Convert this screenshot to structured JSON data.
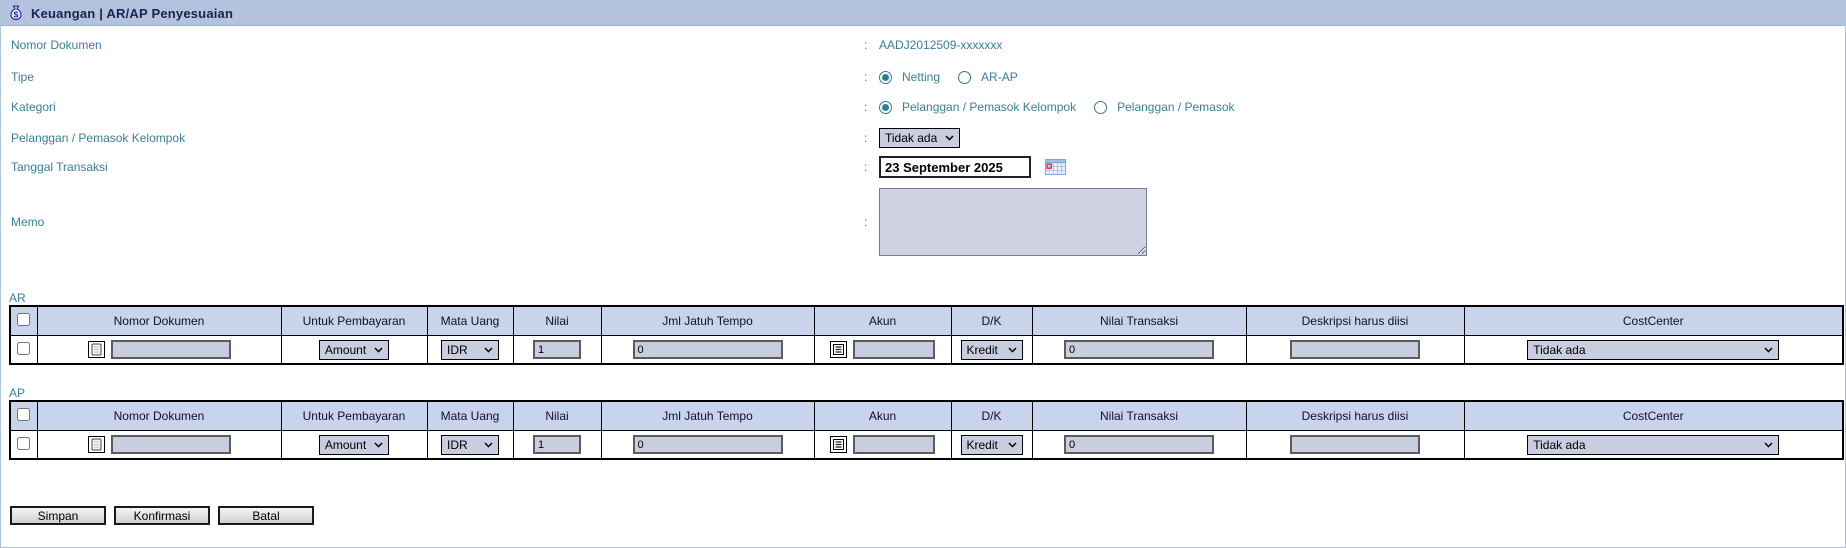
{
  "window": {
    "title": "Keuangan | AR/AP Penyesuaian"
  },
  "form": {
    "colon": ":",
    "nomor_dokumen": {
      "label": "Nomor Dokumen",
      "value": "AADJ2012509-xxxxxxx"
    },
    "tipe": {
      "label": "Tipe",
      "option1": "Netting",
      "option2": "AR-AP",
      "selected": "Netting"
    },
    "kategori": {
      "label": "Kategori",
      "option1": "Pelanggan / Pemasok Kelompok",
      "option2": "Pelanggan / Pemasok",
      "selected": "Pelanggan / Pemasok Kelompok"
    },
    "kelompok": {
      "label": "Pelanggan / Pemasok Kelompok",
      "value": "Tidak ada"
    },
    "tanggal_transaksi": {
      "label": "Tanggal Transaksi",
      "value": "23 September 2025"
    },
    "memo": {
      "label": "Memo",
      "value": ""
    }
  },
  "tables": {
    "columns": [
      "Nomor Dokumen",
      "Untuk Pembayaran",
      "Mata Uang",
      "Nilai",
      "Jml Jatuh Tempo",
      "Akun",
      "D/K",
      "Nilai Transaksi",
      "Deskripsi harus diisi",
      "CostCenter"
    ],
    "sections": [
      {
        "title": "AR",
        "row": {
          "nomor_dokumen": "",
          "untuk_pembayaran": "Amount",
          "mata_uang": "IDR",
          "nilai": "1",
          "jml_jatuh_tempo": "0",
          "akun": "",
          "dk": "Kredit",
          "nilai_transaksi": "0",
          "deskripsi": "",
          "costcenter": "Tidak ada"
        }
      },
      {
        "title": "AP",
        "row": {
          "nomor_dokumen": "",
          "untuk_pembayaran": "Amount",
          "mata_uang": "IDR",
          "nilai": "1",
          "jml_jatuh_tempo": "0",
          "akun": "",
          "dk": "Kredit",
          "nilai_transaksi": "0",
          "deskripsi": "",
          "costcenter": "Tidak ada"
        }
      }
    ]
  },
  "actions": {
    "simpan": "Simpan",
    "konfirmasi": "Konfirmasi",
    "batal": "Batal"
  },
  "colors": {
    "titlebar_bg": "#b4c2de",
    "table_header_bg": "#c8d3ec",
    "label_teal": "#3a7f96",
    "field_bg": "#c9cde0",
    "page_border": "#b0c4d8"
  }
}
